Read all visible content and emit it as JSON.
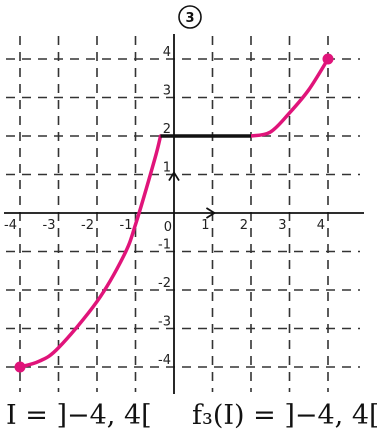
{
  "badge": "3",
  "x_ticks": [
    "-4",
    "-3",
    "-2",
    "-1",
    "0",
    "1",
    "2",
    "3",
    "4"
  ],
  "y_ticks": [
    "-4",
    "-3",
    "-2",
    "-1",
    "1",
    "2",
    "3",
    "4"
  ],
  "domain_text": "I = ]−4, 4[",
  "range_text": "f₃(I) = ]−4, 4[",
  "colors": {
    "curve": "#e0147a",
    "segment": "#111111",
    "grid": "#333333",
    "axis": "#111111"
  },
  "curve": {
    "left_arc": [
      [
        -4,
        -4
      ],
      [
        -3.5,
        -3.85
      ],
      [
        -3,
        -3.5
      ],
      [
        -2,
        -2.3
      ],
      [
        -1.3,
        -1.1
      ],
      [
        -1,
        -0.3
      ],
      [
        -0.5,
        1.4
      ],
      [
        -0.35,
        2
      ]
    ],
    "flat": [
      [
        -0.35,
        2
      ],
      [
        2,
        2
      ]
    ],
    "right_arc": [
      [
        2,
        2
      ],
      [
        2.5,
        2.1
      ],
      [
        3,
        2.6
      ],
      [
        3.5,
        3.2
      ],
      [
        4,
        4
      ]
    ],
    "endpoints": [
      [
        -4,
        -4
      ],
      [
        4,
        4
      ]
    ]
  }
}
